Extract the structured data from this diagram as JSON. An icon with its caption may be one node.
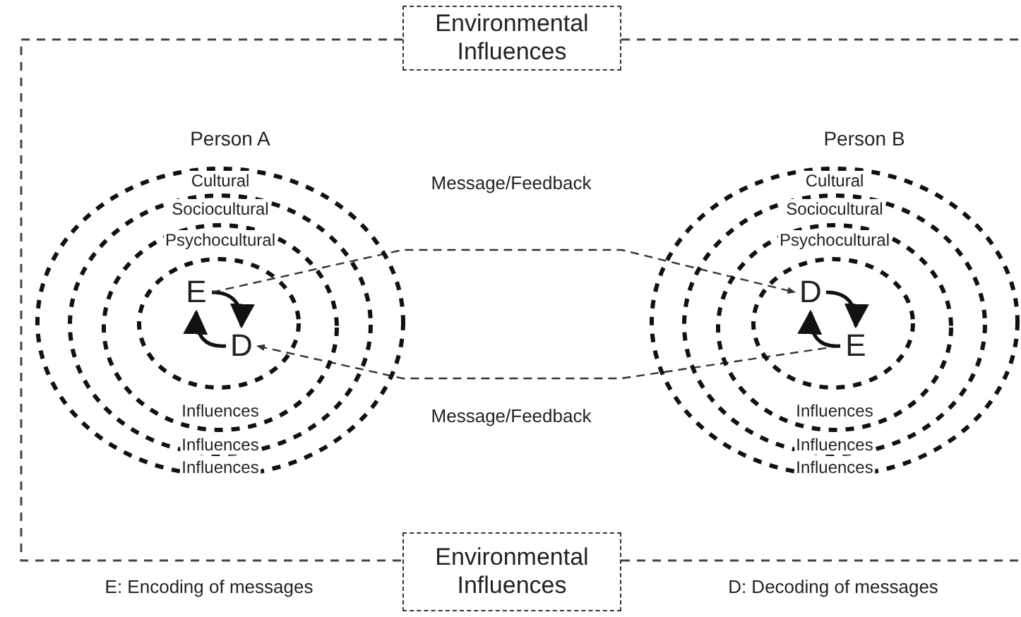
{
  "diagram": {
    "nodes": [
      {
        "text": [
          "Environmental Influences"
        ]
      },
      {
        "text": [
          "Cultural",
          "Influences"
        ],
        "beside": [
          "Person A"
        ]
      },
      {
        "text": [
          "Sociocultural",
          "Influences"
        ],
        "in": 1
      },
      {
        "text": [
          "Psychocultural",
          "Influences"
        ],
        "in": 2
      },
      {
        "text": [],
        "shape": "circle",
        "in": 3
      },
      {
        "text": [
          "E"
        ],
        "in": 4
      },
      {
        "text": [
          "D"
        ],
        "in": 4
      },
      {
        "text": [
          "Cultural",
          "Influences"
        ],
        "beside": [
          "Person B"
        ]
      },
      {
        "text": [
          "Sociocultural",
          "Influences"
        ],
        "in": 7
      },
      {
        "text": [
          "Psychocultural",
          "Influences"
        ],
        "in": 8
      },
      {
        "text": [],
        "shape": "circle",
        "in": 9
      },
      {
        "text": [
          "D"
        ],
        "in": 10
      },
      {
        "text": [
          "E"
        ],
        "in": 10
      },
      {
        "text": [
          "Environmental Influences"
        ]
      }
    ],
    "edges": [
      {
        "from": 5,
        "to": 6,
        "arrow": "to"
      },
      {
        "from": 6,
        "to": 5,
        "arrow": "to"
      },
      {
        "from": 5,
        "to": 11,
        "arrow": "to",
        "style": "dashed",
        "label": "Message/Feedback"
      },
      {
        "from": 12,
        "to": 6,
        "arrow": "to",
        "style": "dashed",
        "label": "Message/Feedback"
      },
      {
        "from": 11,
        "to": 12,
        "arrow": "to"
      },
      {
        "from": 12,
        "to": 11,
        "arrow": "to"
      }
    ],
    "labels": [
      "E: Encoding of messages",
      "D: Decoding of messages"
    ]
  }
}
